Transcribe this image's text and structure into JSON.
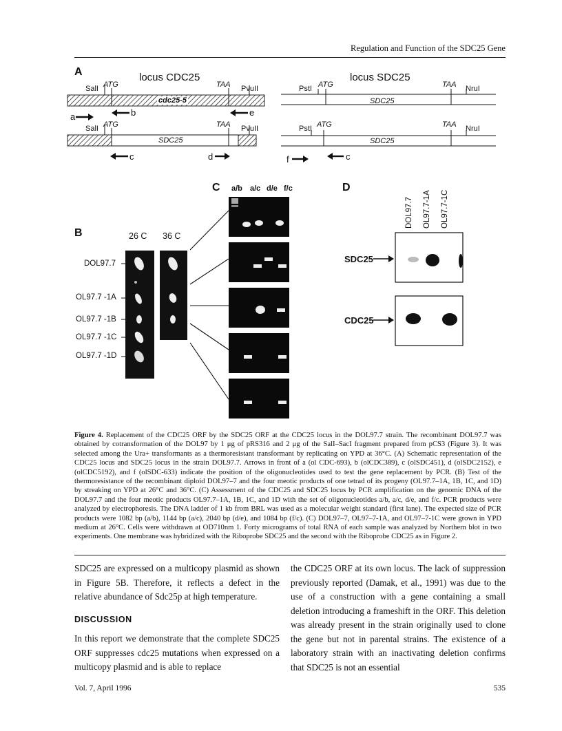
{
  "header": {
    "running_title": "Regulation and Function of the SDC25 Gene"
  },
  "panelA": {
    "letter": "A",
    "left_title": "locus CDC25",
    "right_title": "locus SDC25",
    "sites_left": [
      "SalI",
      "ATG",
      "TAA",
      "PvuII"
    ],
    "sites_right": [
      "PstI",
      "ATG",
      "TAA",
      "NruI"
    ],
    "gene_mut": "cdc25-5",
    "gene": "SDC25",
    "primers": {
      "a": "a",
      "b": "b",
      "c": "c",
      "d": "d",
      "e": "e",
      "f": "f"
    }
  },
  "panelB": {
    "letter": "B",
    "columns": [
      "26 C",
      "36 C"
    ],
    "strains": [
      "DOL97.7",
      "OL97.7 -1A",
      "OL97.7 -1B",
      "OL97.7 -1C",
      "OL97.7 -1D"
    ]
  },
  "panelC": {
    "letter": "C",
    "lanes": [
      "a/b",
      "a/c",
      "d/e",
      "f/c"
    ]
  },
  "panelD": {
    "letter": "D",
    "lanes": [
      "DOL97.7",
      "OL97.7-1A",
      "OL97.7-1C"
    ],
    "probes": [
      "SDC25",
      "CDC25"
    ]
  },
  "caption": {
    "figure_label": "Figure 4.",
    "text": "Replacement of the CDC25 ORF by the SDC25 ORF at the CDC25 locus in the DOL97.7 strain. The recombinant DOL97.7 was obtained by cotransformation of the DOL97 by 1 μg of pRS316 and 2 μg of the SalI–SacI fragment prepared from pCS3 (Figure 3). It was selected among the Ura+ transformants as a thermoresistant transformant by replicating on YPD at 36°C. (A) Schematic representation of the CDC25 locus and SDC25 locus in the strain DOL97.7. Arrows in front of a (ol CDC-693), b (olCDC389), c (olSDC451), d (olSDC2152), e (olCDC5192), and f (olSDC-633) indicate the position of the oligonucleotides used to test the gene replacement by PCR. (B) Test of the thermoresistance of the recombinant diploid DOL97–7 and the four meotic products of one tetrad of its progeny (OL97.7–1A, 1B, 1C, and 1D) by streaking on YPD at 26°C and 36°C. (C) Assessment of the CDC25 and SDC25 locus by PCR amplification on the genomic DNA of the DOL97.7 and the four meotic products OL97.7–1A, 1B, 1C, and 1D with the set of oligonucleotides a/b, a/c, d/e, and f/c. PCR products were analyzed by electrophoresis. The DNA ladder of 1 kb from BRL was used as a molecular weight standard (first lane). The expected size of PCR products were 1082 bp (a/b), 1144 bp (a/c), 2040 bp (d/e), and 1084 bp (f/c). (C) DOL97–7, OL97–7-1A, and OL97–7-1C were grown in YPD medium at 26°C. Cells were withdrawn at OD710nm 1. Forty micrograms of total RNA of each sample was analyzed by Northern blot in two experiments. One membrane was hybridized with the Riboprobe SDC25 and the second with the Riboprobe CDC25 as in Figure 2."
  },
  "body": {
    "left_para1": "SDC25 are expressed on a multicopy plasmid as shown in Figure 5B. Therefore, it reflects a defect in the relative abundance of Sdc25p at high temperature.",
    "heading": "DISCUSSION",
    "left_para2": "In this report we demonstrate that the complete SDC25 ORF suppresses cdc25 mutations when expressed on a multicopy plasmid and is able to replace",
    "right_para": "the CDC25 ORF at its own locus. The lack of suppression previously reported (Damak, et al., 1991) was due to the use of a construction with a gene containing a small deletion introducing a frameshift in the ORF. This deletion was already present in the strain originally used to clone the gene but not in parental strains. The existence of a laboratory strain with an inactivating deletion confirms that SDC25 is not an essential"
  },
  "footer": {
    "left": "Vol. 7, April 1996",
    "page": "535"
  }
}
